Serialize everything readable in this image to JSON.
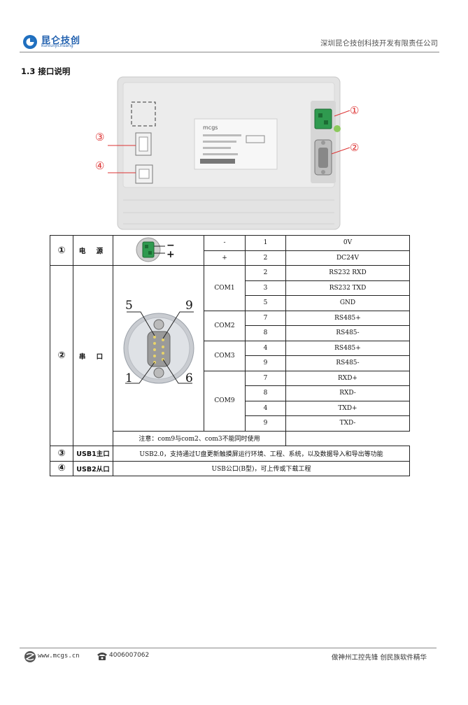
{
  "header": {
    "logo_text": "昆仑技创",
    "logo_sub": "kunlunjichuang",
    "company": "深圳昆仑技创科技开发有限责任公司"
  },
  "section": {
    "title": "1.3  接口说明"
  },
  "device_labels": {
    "n1": "①",
    "n2": "②",
    "n3": "③",
    "n4": "④",
    "brand": "mcgs"
  },
  "connector_labels": {
    "minus": "−",
    "plus": "+",
    "pin5": "5",
    "pin9": "9",
    "pin1": "1",
    "pin6": "6"
  },
  "table": {
    "power": {
      "num": "①",
      "label": "电 源",
      "rows": [
        {
          "signal": "-",
          "pin": "1",
          "desc": "0V"
        },
        {
          "signal": "+",
          "pin": "2",
          "desc": "DC24V"
        }
      ]
    },
    "serial": {
      "num": "②",
      "label": "串 口",
      "groups": [
        {
          "name": "COM1",
          "rows": [
            {
              "pin": "2",
              "desc": "RS232 RXD"
            },
            {
              "pin": "3",
              "desc": "RS232 TXD"
            },
            {
              "pin": "5",
              "desc": "GND"
            }
          ]
        },
        {
          "name": "COM2",
          "rows": [
            {
              "pin": "7",
              "desc": "RS485+"
            },
            {
              "pin": "8",
              "desc": "RS485-"
            }
          ]
        },
        {
          "name": "COM3",
          "rows": [
            {
              "pin": "4",
              "desc": "RS485+"
            },
            {
              "pin": "9",
              "desc": "RS485-"
            }
          ]
        },
        {
          "name": "COM9",
          "rows": [
            {
              "pin": "7",
              "desc": "RXD+"
            },
            {
              "pin": "8",
              "desc": "RXD-"
            },
            {
              "pin": "4",
              "desc": "TXD+"
            },
            {
              "pin": "9",
              "desc": "TXD-"
            }
          ]
        }
      ],
      "note": "注意：com9与com2、com3不能同时使用"
    },
    "usb1": {
      "num": "③",
      "label": "USB1主口",
      "desc": "USB2.0，支持通过U盘更新触摸屏运行环境、工程、系统，以及数据导入和导出等功能"
    },
    "usb2": {
      "num": "④",
      "label": "USB2从口",
      "desc": "USB公口(B型)，可上传或下载工程"
    }
  },
  "footer": {
    "website": "www.mcgs.cn",
    "phone": "4006007062",
    "slogan": "做神州工控先锋  创民族软件精华"
  }
}
